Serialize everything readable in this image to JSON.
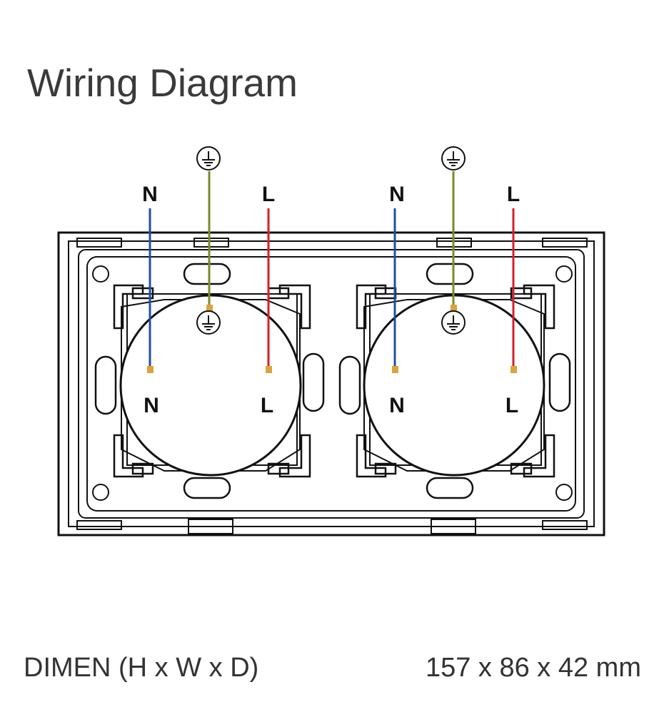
{
  "title": "Wiring Diagram",
  "dimensions": {
    "label": "DIMEN (H x W x D)",
    "value": "157 x 86 x 42 mm"
  },
  "wires": {
    "neutral_label": "N",
    "live_label": "L"
  },
  "terminals": {
    "neutral_label": "N",
    "live_label": "L"
  },
  "colors": {
    "neutral_wire": "#1f4fa3",
    "live_wire": "#d81e2a",
    "earth_wire": "#7a8a2e",
    "terminal": "#d9a441",
    "outline": "#111111"
  },
  "icons": [
    "earth-ground-icon"
  ]
}
